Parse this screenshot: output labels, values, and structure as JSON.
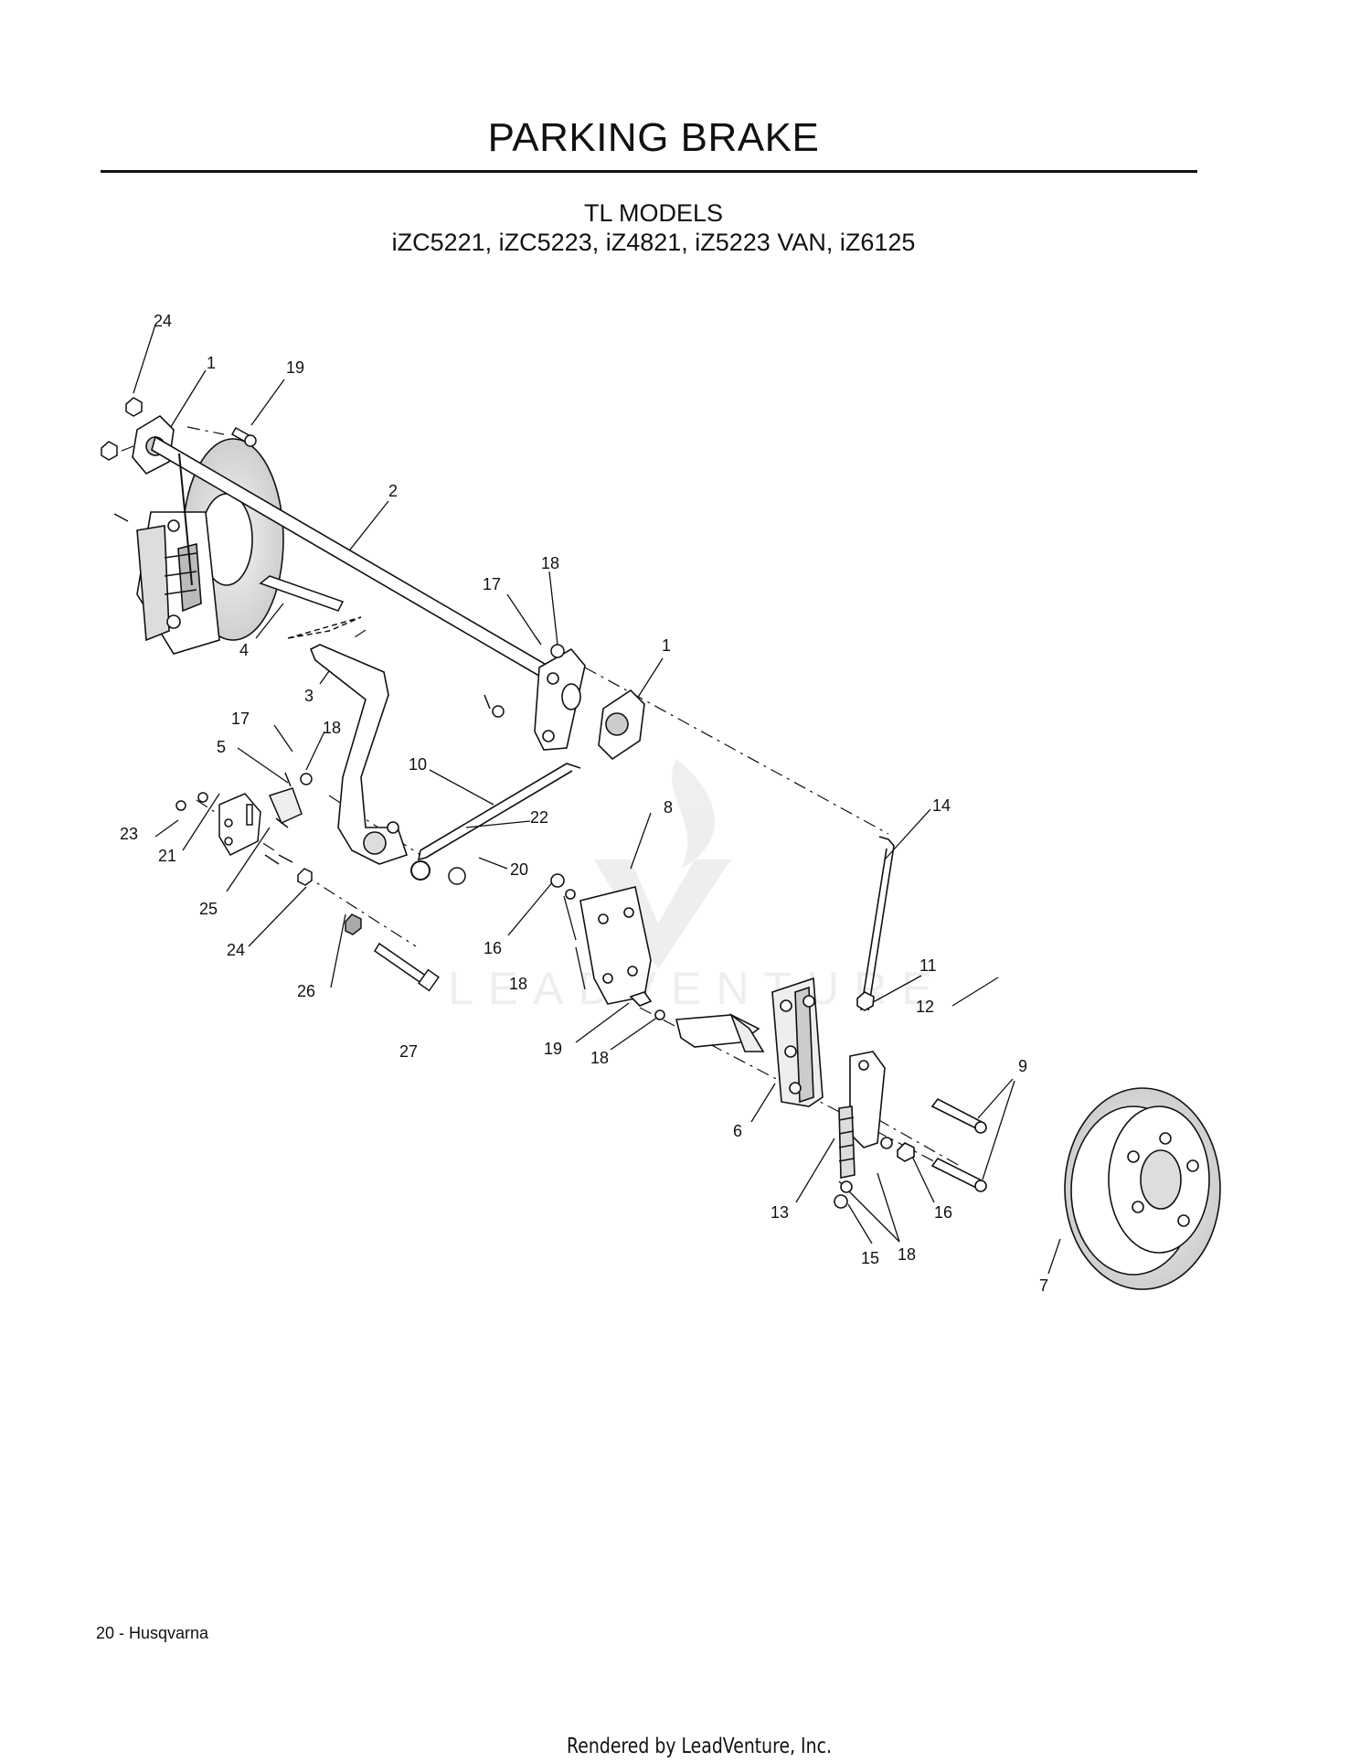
{
  "page": {
    "title": "PARKING BRAKE",
    "subtitle_line1": "TL MODELS",
    "subtitle_line2": "iZC5221, iZC5223,  iZ4821, iZ5223 VAN,  iZ6125",
    "watermark": "LEADVENTURE",
    "footer_page": "20 - Husqvarna",
    "rendered_by": "Rendered by LeadVenture, Inc."
  },
  "callouts": [
    {
      "id": "c24a",
      "label": "24"
    },
    {
      "id": "c1a",
      "label": "1"
    },
    {
      "id": "c19a",
      "label": "19"
    },
    {
      "id": "c2",
      "label": "2"
    },
    {
      "id": "c18a",
      "label": "18"
    },
    {
      "id": "c17a",
      "label": "17"
    },
    {
      "id": "c1b",
      "label": "1"
    },
    {
      "id": "c4",
      "label": "4"
    },
    {
      "id": "c3",
      "label": "3"
    },
    {
      "id": "c17b",
      "label": "17"
    },
    {
      "id": "c18b",
      "label": "18"
    },
    {
      "id": "c5",
      "label": "5"
    },
    {
      "id": "c10",
      "label": "10"
    },
    {
      "id": "c22",
      "label": "22"
    },
    {
      "id": "c8",
      "label": "8"
    },
    {
      "id": "c14",
      "label": "14"
    },
    {
      "id": "c23",
      "label": "23"
    },
    {
      "id": "c20",
      "label": "20"
    },
    {
      "id": "c21",
      "label": "21"
    },
    {
      "id": "c16a",
      "label": "16"
    },
    {
      "id": "c25",
      "label": "25"
    },
    {
      "id": "c24b",
      "label": "24"
    },
    {
      "id": "c18c",
      "label": "18"
    },
    {
      "id": "c26",
      "label": "26"
    },
    {
      "id": "c11",
      "label": "11"
    },
    {
      "id": "c27",
      "label": "27"
    },
    {
      "id": "c12",
      "label": "12"
    },
    {
      "id": "c19b",
      "label": "19"
    },
    {
      "id": "c18d",
      "label": "18"
    },
    {
      "id": "c9",
      "label": "9"
    },
    {
      "id": "c6",
      "label": "6"
    },
    {
      "id": "c16b",
      "label": "16"
    },
    {
      "id": "c13",
      "label": "13"
    },
    {
      "id": "c18e",
      "label": "18"
    },
    {
      "id": "c15",
      "label": "15"
    },
    {
      "id": "c7",
      "label": "7"
    }
  ]
}
